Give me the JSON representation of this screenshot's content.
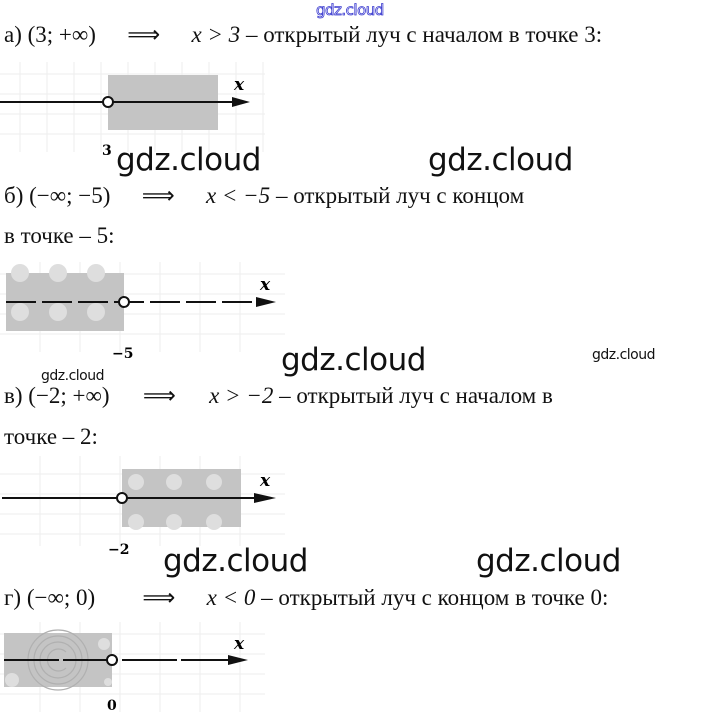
{
  "watermarks": {
    "top": "gdz.cloud",
    "big": "gdz.cloud",
    "small": "gdz.cloud"
  },
  "items": [
    {
      "label": "а)",
      "interval": "(3; +∞)",
      "implies": "⟹",
      "inequality": "x > 3",
      "description_line1": "– открытый луч с началом в точке 3:",
      "description_line2": "",
      "point_label": "3",
      "axis_label": "x",
      "shade_side": "right"
    },
    {
      "label": "б)",
      "interval": "(−∞;  −5)",
      "implies": "⟹",
      "inequality": "x < −5",
      "description_line1": "– открытый луч с концом",
      "description_line2": "в точке – 5:",
      "point_label": "−5",
      "axis_label": "x",
      "shade_side": "left"
    },
    {
      "label": "в)",
      "interval": "(−2;  +∞)",
      "implies": "⟹",
      "inequality": "x > −2",
      "description_line1": "– открытый луч с началом в",
      "description_line2": "точке – 2:",
      "point_label": "−2",
      "axis_label": "x",
      "shade_side": "right"
    },
    {
      "label": "г)",
      "interval": "(−∞; 0)",
      "implies": "⟹",
      "inequality": "x < 0",
      "description_line1": "– открытый луч с концом в точке 0:",
      "description_line2": "",
      "point_label": "0",
      "axis_label": "x",
      "shade_side": "left"
    }
  ],
  "colors": {
    "shade": "#c4c4c4",
    "grid": "#eeeeee",
    "axis": "#111111",
    "watermark_outline": "#3a3acf"
  }
}
